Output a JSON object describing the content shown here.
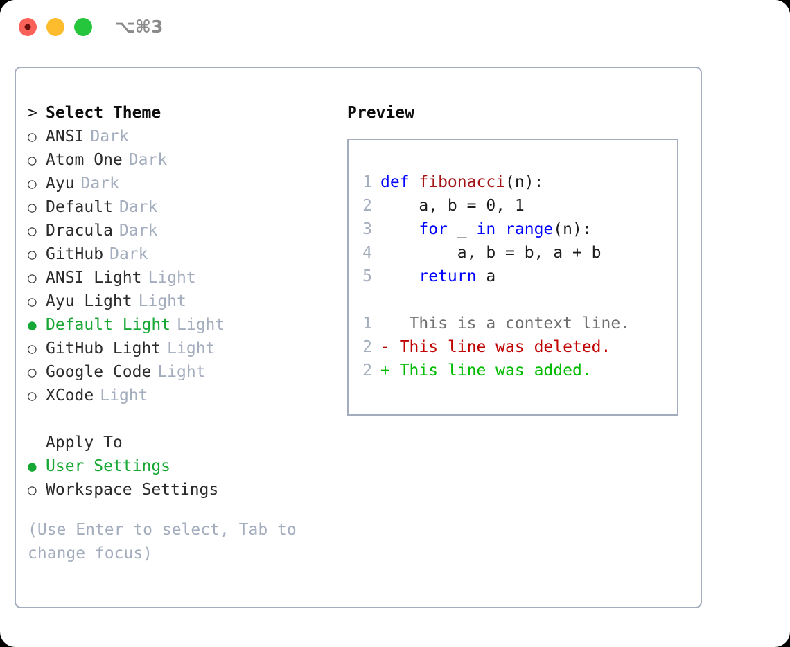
{
  "window": {
    "shortcut": "⌥⌘3",
    "traffic_lights": [
      {
        "name": "close",
        "color": "#fa6158"
      },
      {
        "name": "minimize",
        "color": "#fdbc2e"
      },
      {
        "name": "maximize",
        "color": "#25c63b"
      }
    ]
  },
  "colors": {
    "accent_green": "#16a734",
    "muted": "#a3adbd",
    "text": "#2b2b2b",
    "keyword": "#0000ff",
    "function": "#a31515",
    "diff_add": "#00bb00",
    "diff_del": "#c00000",
    "diff_ctx": "#6f6f6f"
  },
  "theme_section": {
    "prompt": ">",
    "title": "Select Theme",
    "bullet_selected": "●",
    "bullet_unselected": "○",
    "items": [
      {
        "label": "ANSI",
        "tag": "Dark",
        "selected": false
      },
      {
        "label": "Atom One",
        "tag": "Dark",
        "selected": false
      },
      {
        "label": "Ayu",
        "tag": "Dark",
        "selected": false
      },
      {
        "label": "Default",
        "tag": "Dark",
        "selected": false
      },
      {
        "label": "Dracula",
        "tag": "Dark",
        "selected": false
      },
      {
        "label": "GitHub",
        "tag": "Dark",
        "selected": false
      },
      {
        "label": "ANSI Light",
        "tag": "Light",
        "selected": false
      },
      {
        "label": "Ayu Light",
        "tag": "Light",
        "selected": false
      },
      {
        "label": "Default Light",
        "tag": "Light",
        "selected": true
      },
      {
        "label": "GitHub Light",
        "tag": "Light",
        "selected": false
      },
      {
        "label": "Google Code",
        "tag": "Light",
        "selected": false
      },
      {
        "label": "XCode",
        "tag": "Light",
        "selected": false
      }
    ]
  },
  "apply_section": {
    "title": "Apply To",
    "items": [
      {
        "label": "User Settings",
        "selected": true
      },
      {
        "label": "Workspace Settings",
        "selected": false
      }
    ]
  },
  "hint": "(Use Enter to select, Tab to change focus)",
  "preview": {
    "heading": "Preview",
    "code_lines": [
      {
        "num": "1",
        "tokens": [
          {
            "text": "def ",
            "kind": "kw"
          },
          {
            "text": "fibonacci",
            "kind": "fn"
          },
          {
            "text": "(n):",
            "kind": "pl"
          }
        ]
      },
      {
        "num": "2",
        "tokens": [
          {
            "text": "    a, b = 0, 1",
            "kind": "pl"
          }
        ]
      },
      {
        "num": "3",
        "tokens": [
          {
            "text": "    ",
            "kind": "pl"
          },
          {
            "text": "for",
            "kind": "kw"
          },
          {
            "text": " _ ",
            "kind": "pl"
          },
          {
            "text": "in",
            "kind": "kw"
          },
          {
            "text": " ",
            "kind": "pl"
          },
          {
            "text": "range",
            "kind": "kw"
          },
          {
            "text": "(n):",
            "kind": "pl"
          }
        ]
      },
      {
        "num": "4",
        "tokens": [
          {
            "text": "        a, b = b, a + b",
            "kind": "pl"
          }
        ]
      },
      {
        "num": "5",
        "tokens": [
          {
            "text": "    ",
            "kind": "pl"
          },
          {
            "text": "return",
            "kind": "kw"
          },
          {
            "text": " a",
            "kind": "pl"
          }
        ]
      }
    ],
    "diff_lines": [
      {
        "num": "1",
        "marker": " ",
        "text": "  This is a context line.",
        "kind": "ctx"
      },
      {
        "num": "2",
        "marker": "-",
        "text": " This line was deleted.",
        "kind": "del"
      },
      {
        "num": "2",
        "marker": "+",
        "text": " This line was added.",
        "kind": "add"
      }
    ]
  }
}
